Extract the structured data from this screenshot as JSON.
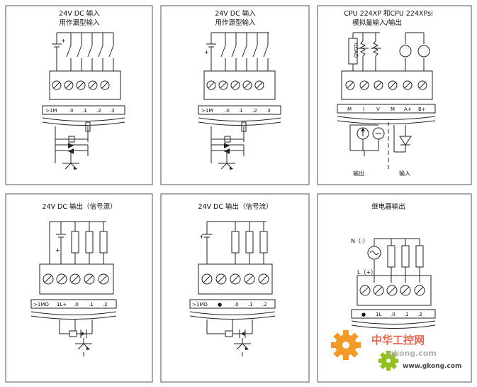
{
  "panels": [
    {
      "title_lines": [
        "24V DC 输入",
        "用作漏型输入"
      ],
      "labels": [
        ">1M",
        ".0",
        ".1",
        ".2",
        ".3"
      ]
    },
    {
      "title_lines": [
        "24V DC 输入",
        "用作源型输入"
      ],
      "labels": [
        ">1M",
        ".0",
        ".1",
        ".2",
        ".3"
      ]
    },
    {
      "title_lines": [
        "CPU 224XP 和CPU 224XPsi",
        "模拟量输入/输出"
      ],
      "labels": [
        "M",
        "I",
        "V",
        "M",
        "A+",
        "B+"
      ],
      "side_label": "ILOAD",
      "output_label": "输出",
      "input_label": "输入"
    },
    {
      "title_lines": [
        "24V DC 输出（信号源）"
      ],
      "labels": [
        ">1MO",
        "1L+",
        ".0",
        ".1",
        ".2"
      ]
    },
    {
      "title_lines": [
        "24V DC 输出（信号流）"
      ],
      "labels": [
        ">1MO",
        "●",
        ".0",
        ".1",
        ".2"
      ]
    },
    {
      "title_lines": [
        "继电器输出"
      ],
      "labels": [
        "●",
        "1L",
        ".0",
        ".1",
        ".2"
      ],
      "n_label": "N（-）",
      "l_label": "L（+）"
    }
  ],
  "symbols": {
    "plus": "+"
  },
  "watermark": {
    "line1": "中华工控网",
    "line2": "gkong.com",
    "line3": "www.gkong.com"
  }
}
